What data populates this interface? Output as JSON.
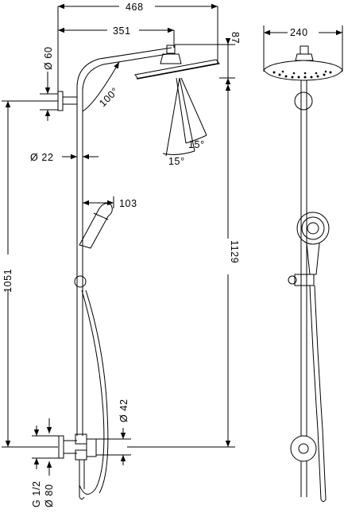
{
  "dimensions": {
    "overall_width": "468",
    "arm_length": "351",
    "head_height": "87",
    "head_diameter": "240",
    "wall_flange": "Ø 60",
    "angle_arm": "100°",
    "spray_angle_1": "15°",
    "spray_angle_2": "15°",
    "pipe_diameter": "Ø 22",
    "hand_shower_offset": "103",
    "height_total": "1051",
    "height_head": "1129",
    "mixer_diameter": "Ø 42",
    "connection_thread": "G 1/2",
    "connection_flange": "Ø 80"
  }
}
